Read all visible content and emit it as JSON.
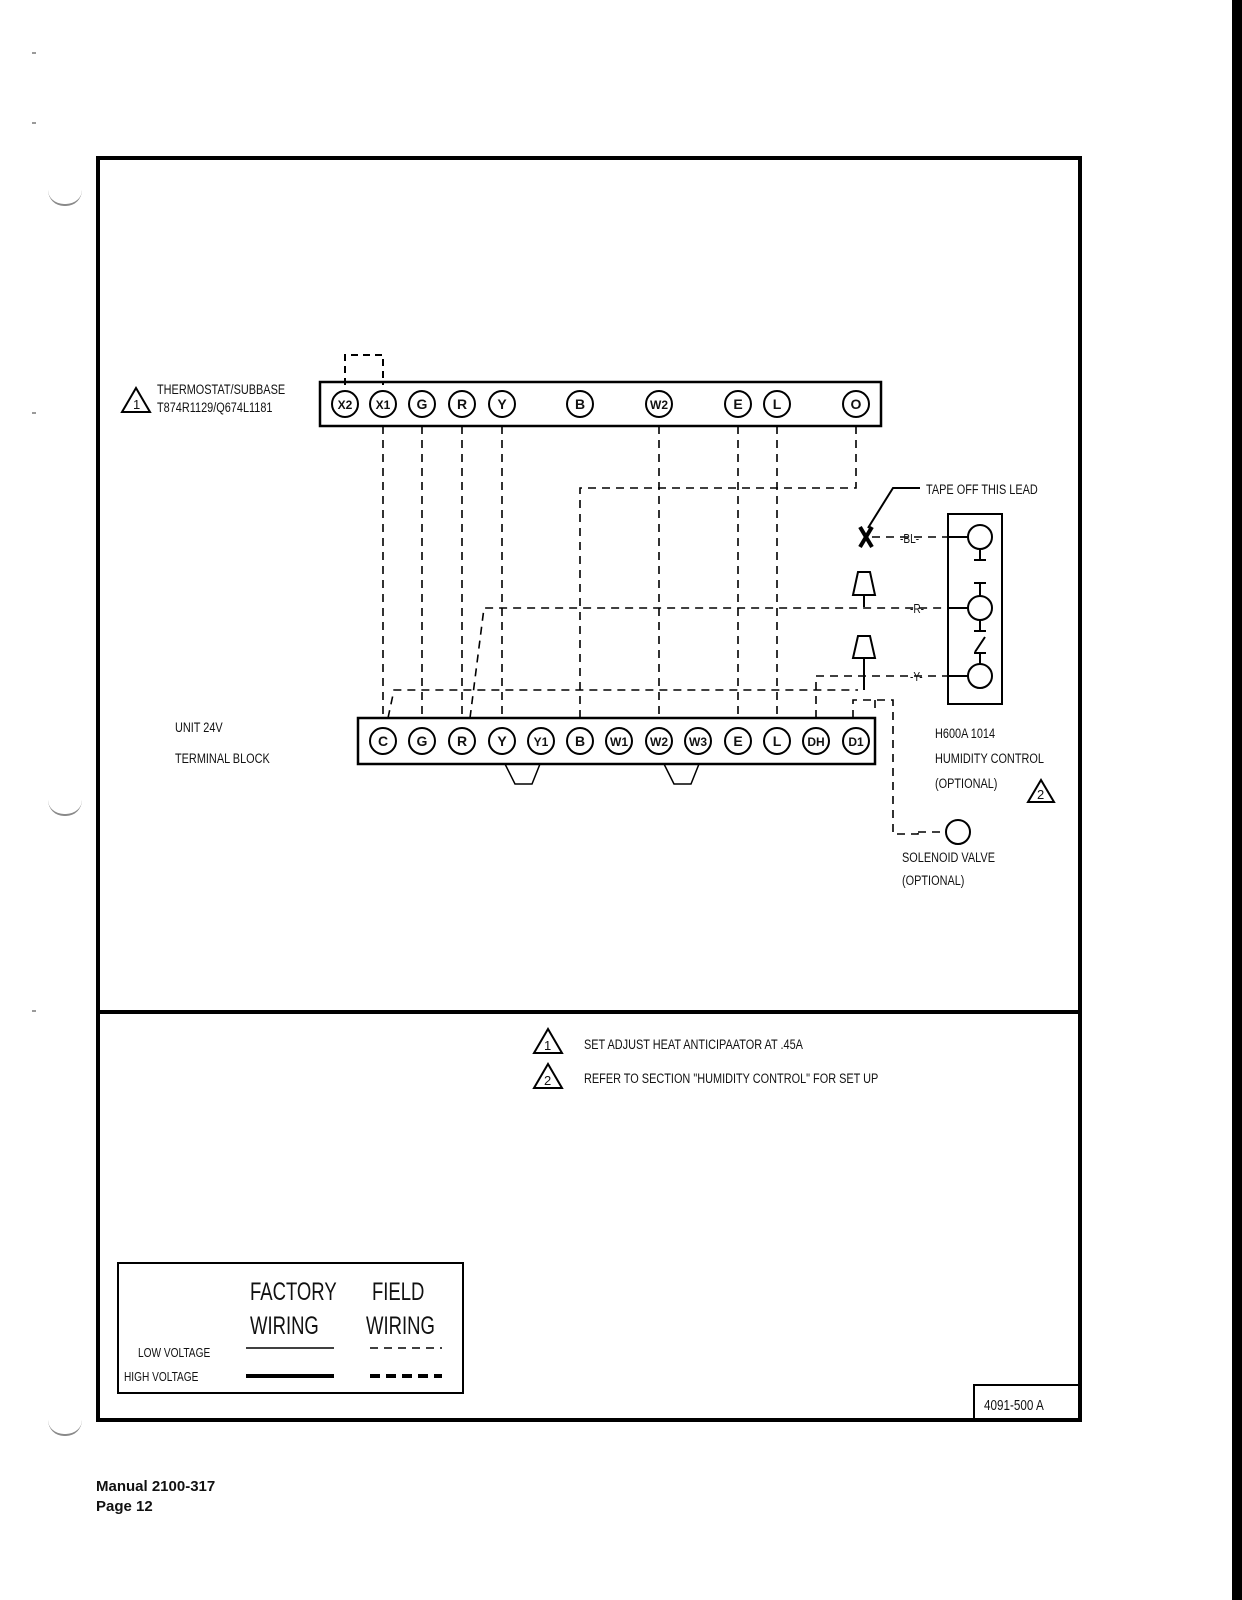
{
  "thermostat": {
    "label_line1": "THERMOSTAT/SUBBASE",
    "label_line2": "T874R1129/Q674L1181",
    "terminals": [
      "X2",
      "X1",
      "G",
      "R",
      "Y",
      "B",
      "W2",
      "E",
      "L",
      "O"
    ]
  },
  "unit": {
    "label_line1": "UNIT 24V",
    "label_line2": "TERMINAL BLOCK",
    "terminals": [
      "C",
      "G",
      "R",
      "Y",
      "Y1",
      "B",
      "W1",
      "W2",
      "W3",
      "E",
      "L",
      "DH",
      "D1"
    ]
  },
  "humidity": {
    "label_line1": "H600A 1014",
    "label_line2": "HUMIDITY CONTROL",
    "label_line3": "(OPTIONAL)",
    "wire_bl": "-BL-",
    "wire_r": "-R-",
    "wire_y": "-Y-",
    "note_mark": "2"
  },
  "tape_note": "TAPE OFF THIS LEAD",
  "solenoid": {
    "label_line1": "SOLENOID VALVE",
    "label_line2": "(OPTIONAL)"
  },
  "notes": [
    {
      "mark": "1",
      "text": "SET ADJUST HEAT ANTICIPAATOR AT .45A"
    },
    {
      "mark": "2",
      "text": "REFER TO SECTION \"HUMIDITY CONTROL\" FOR SET UP"
    }
  ],
  "thermostat_note_mark": "1",
  "legend": {
    "col1_line1": "FACTORY",
    "col1_line2": "WIRING",
    "col2_line1": "FIELD",
    "col2_line2": "WIRING",
    "row1": "LOW VOLTAGE",
    "row2": "HIGH VOLTAGE"
  },
  "drawing_number": "4091-500 A",
  "footer": {
    "manual": "Manual  2100-317",
    "page": "Page   12"
  }
}
